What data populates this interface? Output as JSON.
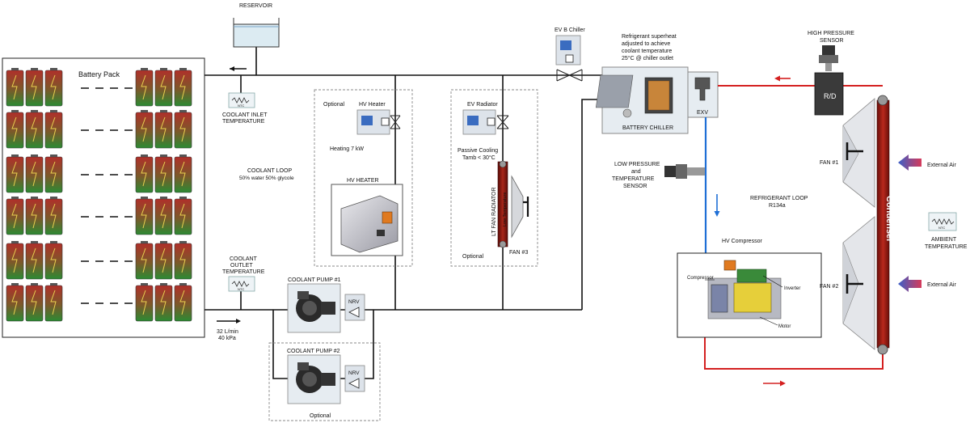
{
  "labels": {
    "reservoir": "RESERVOIR",
    "battery_pack": "Battery Pack",
    "coolant_inlet_1": "COOLANT INLET",
    "coolant_inlet_2": "TEMPERATURE",
    "ntc": "NTC",
    "coolant_loop_1": "COOLANT LOOP",
    "coolant_loop_2": "50% water 50% glycole",
    "coolant_outlet_1": "COOLANT",
    "coolant_outlet_2": "OUTLET",
    "coolant_outlet_3": "TEMPERATURE",
    "flow_1": "32 L/min",
    "flow_2": "40 kPa",
    "optional": "Optional",
    "hv_heater_small": "HV Heater",
    "heating": "Heating 7 kW",
    "hv_heater_big": "HV HEATER",
    "ev_radiator": "EV Radiator",
    "passive_1": "Passive Cooling",
    "passive_2": "Tamb < 30°C",
    "lt_fan_radiator": "LT FAN RADIATOR",
    "low_temperature": "Low Temperature",
    "fan3": "FAN #3",
    "ev_b_chiller": "EV B Chiller",
    "superheat_1": "Refrigerant superheat",
    "superheat_2": "adjusted to achieve",
    "superheat_3": "coolant temperature",
    "superheat_4": "25°C @ chiller outlet",
    "battery_chiller": "BATTERY CHILLER",
    "exv": "EXV",
    "high_pressure_1": "HIGH PRESSURE",
    "high_pressure_2": "SENSOR",
    "rd": "R/D",
    "low_pressure_1": "LOW PRESSURE",
    "low_pressure_2": "and",
    "low_pressure_3": "TEMPERATURE",
    "low_pressure_4": "SENSOR",
    "refrigerant_loop_1": "REFRIGERANT LOOP",
    "refrigerant_loop_2": "R134a",
    "hv_compressor": "HV Compressor",
    "compressor": "Compressor",
    "inverter": "Inverter",
    "motor": "Motor",
    "fan1": "FAN #1",
    "fan2": "FAN #2",
    "condenser": "Condenser",
    "external_air_1": "External Air",
    "external_air_2": "External Air",
    "ambient_1": "AMBIENT",
    "ambient_2": "TEMPERATURE",
    "coolant_pump_1": "COOLANT PUMP #1",
    "coolant_pump_2": "COOLANT PUMP #2",
    "nrv_1": "NRV",
    "nrv_2": "NRV",
    "optional_pump": "Optional"
  },
  "colors": {
    "refrigerant_hot": "#d42020",
    "refrigerant_cold": "#1f6fd6",
    "coolant_pipe": "#111111",
    "cell_top": "#b0302a",
    "cell_bottom": "#2c8a33",
    "condenser": "#8a1a14",
    "external_air_arrow": "#9a3fa0"
  }
}
